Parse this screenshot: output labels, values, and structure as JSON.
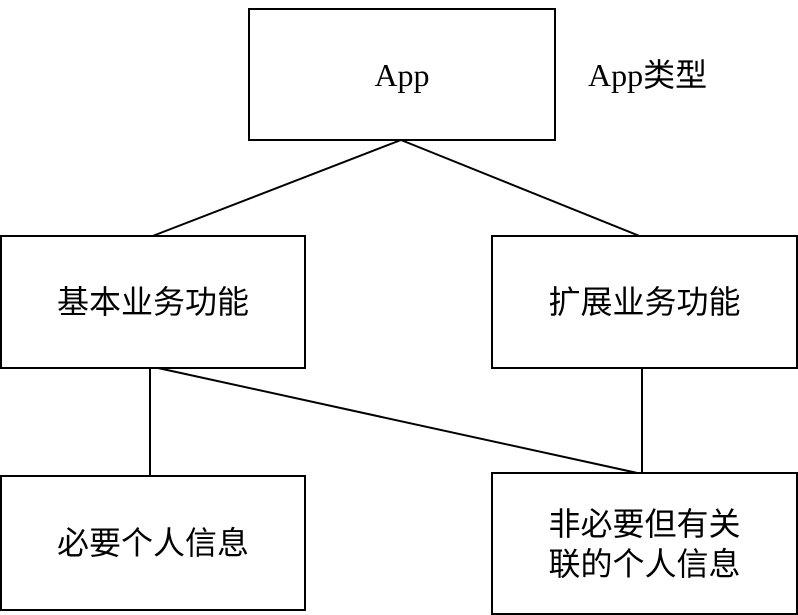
{
  "diagram": {
    "nodes": {
      "app": {
        "label": "App"
      },
      "basic": {
        "label": "基本业务功能"
      },
      "extended": {
        "label": "扩展业务功能"
      },
      "necessary": {
        "label": "必要个人信息"
      },
      "non_necessary": {
        "label": "非必要但有关联的个人信息",
        "lines": [
          "非必要但有关",
          "联的个人信息"
        ]
      }
    },
    "annotations": {
      "app_type": "App类型"
    },
    "colors": {
      "line": "#000000",
      "border": "#000000",
      "background": "#ffffff",
      "text": "#000000"
    }
  }
}
